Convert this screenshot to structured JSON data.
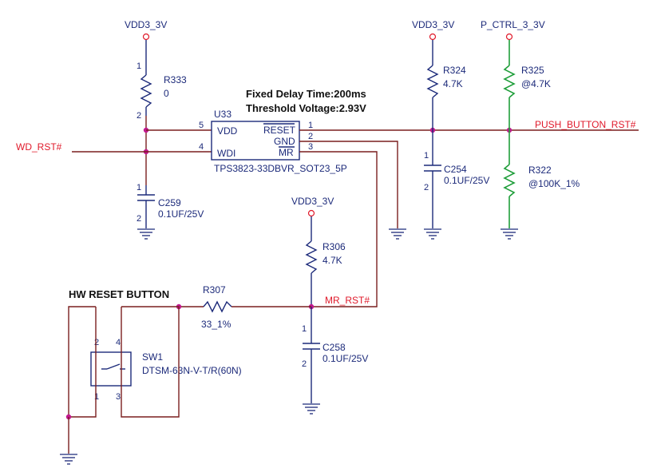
{
  "power": {
    "vdd1": "VDD3_3V",
    "vdd2": "VDD3_3V",
    "vdd3": "VDD3_3V",
    "pctrl": "P_CTRL_3_3V"
  },
  "notes": {
    "delay": "Fixed Delay Time:200ms",
    "threshold": "Threshold Voltage:2.93V",
    "button_title": "HW RESET BUTTON"
  },
  "ic": {
    "ref": "U33",
    "part": "TPS3823-33DBVR_SOT23_5P",
    "pin_vdd": "VDD",
    "pin_wdi": "WDI",
    "pin_reset": "RESET",
    "pin_gnd": "GND",
    "pin_mr": "MR",
    "num_vdd": "5",
    "num_wdi": "4",
    "num_reset": "1",
    "num_gnd": "2",
    "num_mr": "3"
  },
  "nets": {
    "wd_rst": "WD_RST#",
    "push_button_rst": "PUSH_BUTTON_RST#",
    "mr_rst": "MR_RST#"
  },
  "components": {
    "r333": {
      "ref": "R333",
      "value": "0",
      "pin1": "1",
      "pin2": "2"
    },
    "c259": {
      "ref": "C259",
      "value": "0.1UF/25V",
      "pin1": "1",
      "pin2": "2"
    },
    "r324": {
      "ref": "R324",
      "value": "4.7K"
    },
    "c254": {
      "ref": "C254",
      "value": "0.1UF/25V",
      "pin1": "1",
      "pin2": "2"
    },
    "r325": {
      "ref": "R325",
      "value": "@4.7K"
    },
    "r322": {
      "ref": "R322",
      "value": "@100K_1%"
    },
    "r306": {
      "ref": "R306",
      "value": "4.7K"
    },
    "r307": {
      "ref": "R307",
      "value": "33_1%"
    },
    "c258": {
      "ref": "C258",
      "value": "0.1UF/25V",
      "pin1": "1",
      "pin2": "2"
    },
    "sw1": {
      "ref": "SW1",
      "value": "DTSM-63N-V-T/R(60N)",
      "pin1": "1",
      "pin2": "2",
      "pin3": "3",
      "pin4": "4"
    }
  },
  "colors": {
    "wire": "#7a1f1f",
    "component": "#1c2a7a",
    "net_label": "#e0192a",
    "no_stuff": "#1f9e3a",
    "junction": "#c2188f"
  }
}
